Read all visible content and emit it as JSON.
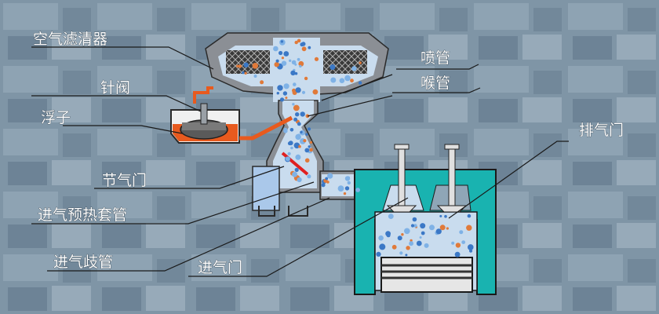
{
  "labels": {
    "air_filter": "空气滤清器",
    "needle_valve": "针阀",
    "float": "浮子",
    "jet_tube": "喷管",
    "venturi": "喉管",
    "throttle": "节气门",
    "preheat_jacket": "进气预热套管",
    "intake_manifold": "进气歧管",
    "intake_valve": "进气门",
    "exhaust_valve": "排气门"
  },
  "colors": {
    "background": "#7f95a6",
    "mixture": "#bcd3ea",
    "fuel": "#e85a1e",
    "engine_block": "#19b3b0",
    "metal": "#8b8f95",
    "throttle_plate": "#e02020"
  }
}
